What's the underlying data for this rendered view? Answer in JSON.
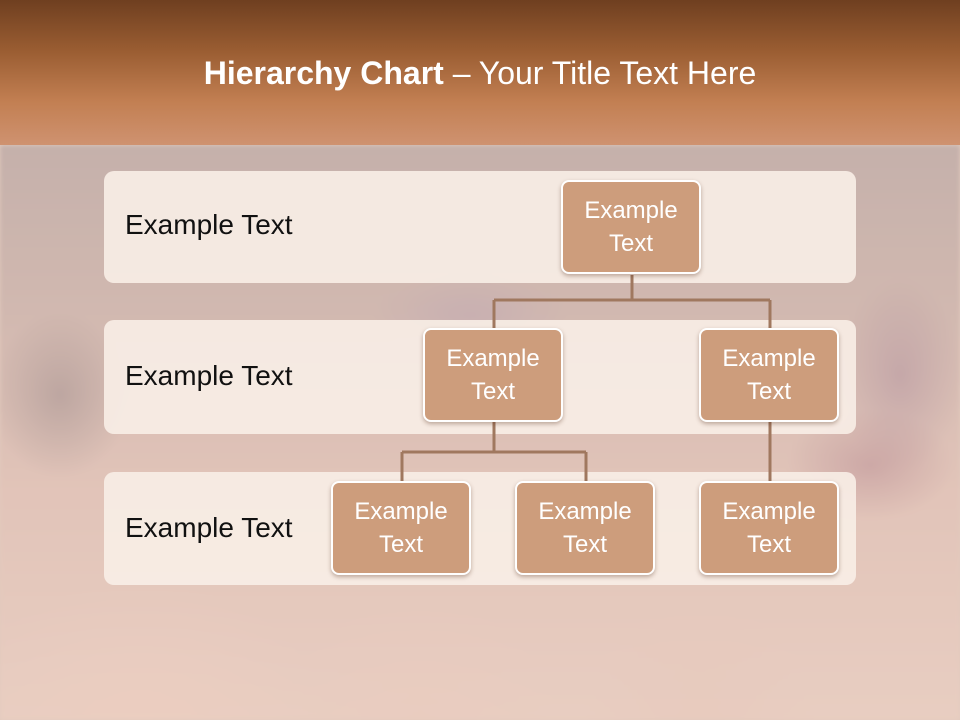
{
  "header": {
    "title_bold": "Hierarchy Chart",
    "title_rest": " – Your Title Text Here"
  },
  "rows": [
    {
      "label": "Example Text"
    },
    {
      "label": "Example Text"
    },
    {
      "label": "Example Text"
    }
  ],
  "nodes": {
    "root": "Example Text",
    "level2_left": "Example Text",
    "level2_right": "Example Text",
    "level3_left": "Example Text",
    "level3_middle": "Example Text",
    "level3_right": "Example Text"
  },
  "colors": {
    "header_brown": "#9a5d32",
    "node_fill": "#cd9d7c",
    "connector": "#a0785f"
  }
}
